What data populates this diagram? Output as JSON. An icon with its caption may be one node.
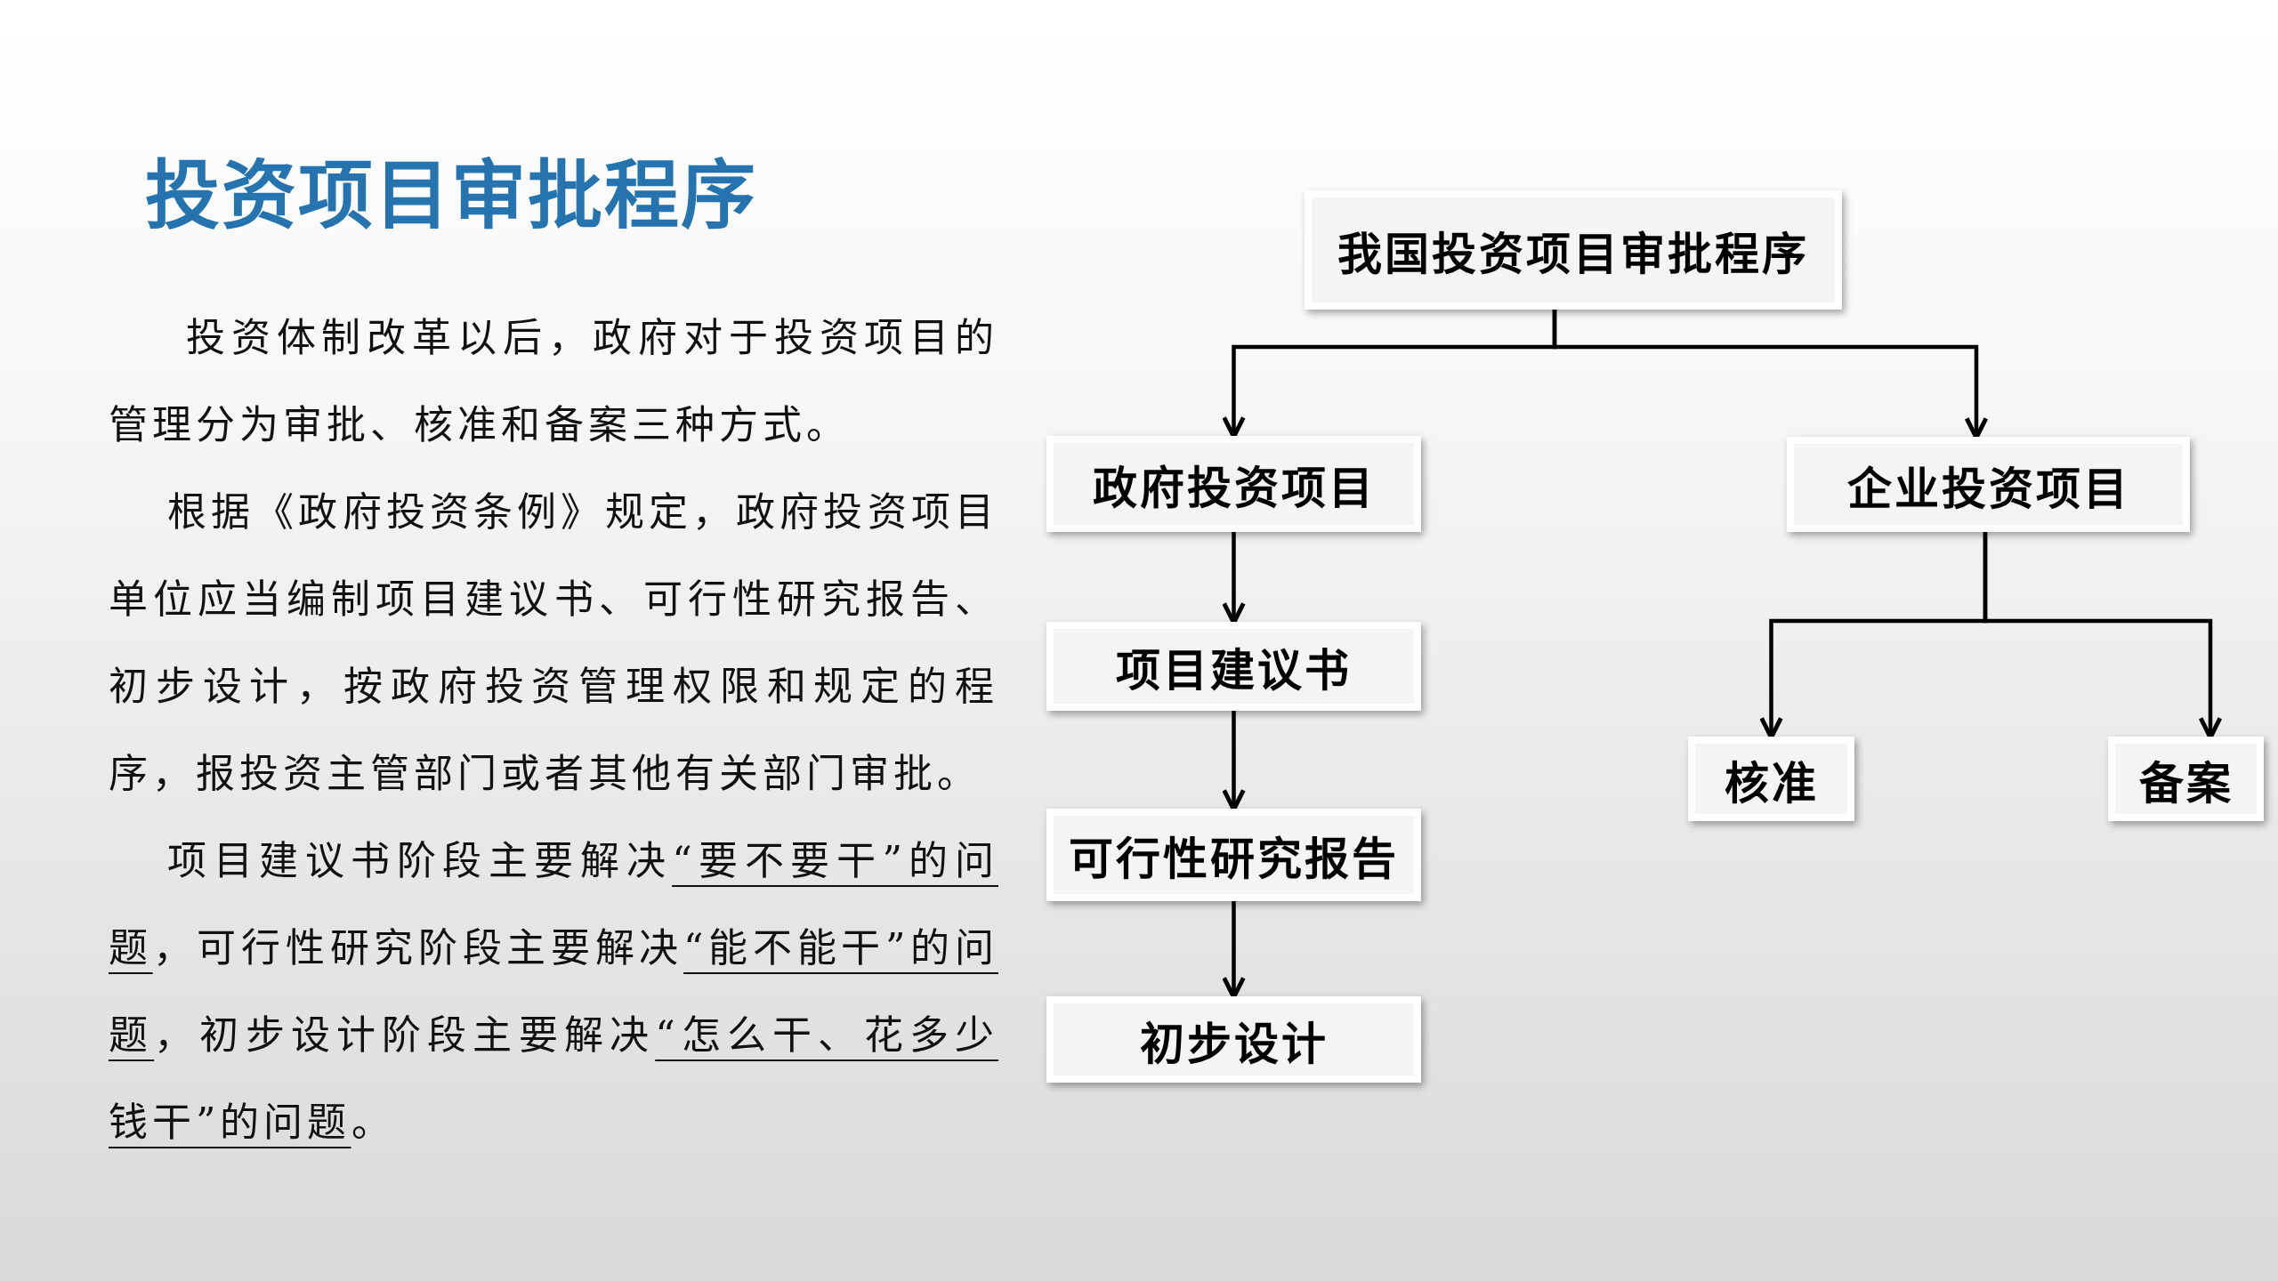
{
  "diagram": {
    "title": "投资项目审批程序",
    "nodes": [
      {
        "text": [
          "我国投资项目审批程序"
        ]
      },
      {
        "text": [
          "政府投资项目"
        ]
      },
      {
        "text": [
          "企业投资项目"
        ]
      },
      {
        "text": [
          "项目建议书"
        ]
      },
      {
        "text": [
          "可行性研究报告"
        ]
      },
      {
        "text": [
          "初步设计"
        ]
      },
      {
        "text": [
          "核准"
        ]
      },
      {
        "text": [
          "备案"
        ]
      }
    ],
    "edges": [
      {
        "from": 0,
        "to": 1,
        "arrow": "to"
      },
      {
        "from": 0,
        "to": 2,
        "arrow": "to"
      },
      {
        "from": 1,
        "to": 3,
        "arrow": "to"
      },
      {
        "from": 3,
        "to": 4,
        "arrow": "to"
      },
      {
        "from": 4,
        "to": 5,
        "arrow": "to"
      },
      {
        "from": 2,
        "to": 6,
        "arrow": "to"
      },
      {
        "from": 2,
        "to": 7,
        "arrow": "to"
      }
    ],
    "labels": [
      "投资体制改革以后，政府对于投资项目的管理分为审批、核准和备案三种方式。",
      "根据《政府投资条例》规定，政府投资项目单位应当编制项目建议书、可行性研究报告、初步设计，按政府投资管理权限和规定的程序，报投资主管部门或者其他有关部门审批。",
      "项目建议书阶段主要解决“要不要干”的问题，可行性研究阶段主要解决“能不能干”的问题，初步设计阶段主要解决“怎么干、花多少钱干”的问题。"
    ]
  }
}
